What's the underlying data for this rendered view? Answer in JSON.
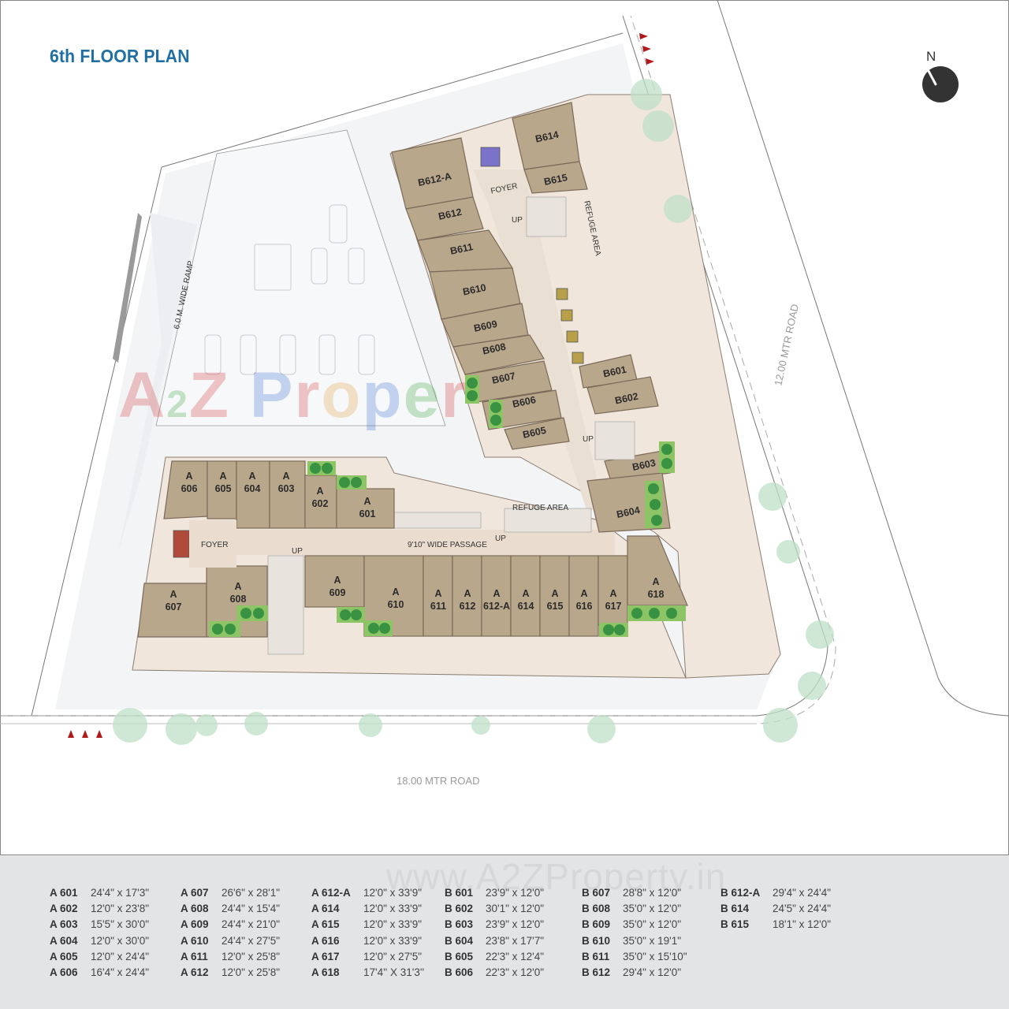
{
  "header": {
    "title": "6th FLOOR PLAN"
  },
  "compass": {
    "label": "N"
  },
  "roads": {
    "south": "18.00 MTR ROAD",
    "east": "12.00 MTR ROAD"
  },
  "ramp_label": "6.0 M. WIDE RAMP",
  "watermark": {
    "logo": [
      "A",
      "2",
      "Z",
      " P",
      "r",
      "o",
      "p",
      "e",
      "r"
    ],
    "url": "www.A2ZProperty.in"
  },
  "colors": {
    "unit": "#b9a78c",
    "corridor": "#f1e6dc",
    "parking": "#f3f4f6",
    "landscape": "#3fae49",
    "title": "#1f6fa3",
    "foyer_lift_b": "#7b72c9",
    "foyer_lift_a": "#b04a3a",
    "legend_bg": "#e3e4e6"
  },
  "plan_labels": {
    "foyer_b": "FOYER",
    "foyer_a": "FOYER",
    "passage": "9'10\" WIDE PASSAGE",
    "refuge_b": "REFUGE AREA",
    "refuge_a": "REFUGE AREA",
    "up": "UP"
  },
  "wing_b_units": [
    {
      "id": "B612-A"
    },
    {
      "id": "B612"
    },
    {
      "id": "B611"
    },
    {
      "id": "B610"
    },
    {
      "id": "B609"
    },
    {
      "id": "B608"
    },
    {
      "id": "B607"
    },
    {
      "id": "B606"
    },
    {
      "id": "B605"
    },
    {
      "id": "B614"
    },
    {
      "id": "B615"
    },
    {
      "id": "B601"
    },
    {
      "id": "B602"
    },
    {
      "id": "B603"
    },
    {
      "id": "B604"
    }
  ],
  "wing_a_units": [
    {
      "p": "A",
      "n": "606"
    },
    {
      "p": "A",
      "n": "605"
    },
    {
      "p": "A",
      "n": "604"
    },
    {
      "p": "A",
      "n": "603"
    },
    {
      "p": "A",
      "n": "602"
    },
    {
      "p": "A",
      "n": "601"
    },
    {
      "p": "A",
      "n": "607"
    },
    {
      "p": "A",
      "n": "608"
    },
    {
      "p": "A",
      "n": "609"
    },
    {
      "p": "A",
      "n": "610"
    },
    {
      "p": "A",
      "n": "611"
    },
    {
      "p": "A",
      "n": "612"
    },
    {
      "p": "A",
      "n": "612-A"
    },
    {
      "p": "A",
      "n": "614"
    },
    {
      "p": "A",
      "n": "615"
    },
    {
      "p": "A",
      "n": "616"
    },
    {
      "p": "A",
      "n": "617"
    },
    {
      "p": "A",
      "n": "618"
    }
  ],
  "legend": {
    "columns": [
      [
        {
          "unit": "A 601",
          "size": "24'4\" x 17'3\""
        },
        {
          "unit": "A 602",
          "size": "12'0\" x 23'8\""
        },
        {
          "unit": "A 603",
          "size": "15'5\" x 30'0\""
        },
        {
          "unit": "A 604",
          "size": "12'0\" x 30'0\""
        },
        {
          "unit": "A 605",
          "size": "12'0\" x 24'4\""
        },
        {
          "unit": "A 606",
          "size": "16'4\" x 24'4\""
        }
      ],
      [
        {
          "unit": "A 607",
          "size": "26'6\" x 28'1\""
        },
        {
          "unit": "A 608",
          "size": "24'4\" x 15'4\""
        },
        {
          "unit": "A 609",
          "size": "24'4\" x 21'0\""
        },
        {
          "unit": "A 610",
          "size": "24'4\" x 27'5\""
        },
        {
          "unit": "A 611",
          "size": "12'0\" x 25'8\""
        },
        {
          "unit": "A 612",
          "size": "12'0\" x 25'8\""
        }
      ],
      [
        {
          "unit": "A 612-A",
          "size": "12'0\" x 33'9\""
        },
        {
          "unit": "A 614",
          "size": "12'0\" x 33'9\""
        },
        {
          "unit": "A 615",
          "size": "12'0\" x 33'9\""
        },
        {
          "unit": "A 616",
          "size": "12'0\" x 33'9\""
        },
        {
          "unit": "A 617",
          "size": "12'0\" x 27'5\""
        },
        {
          "unit": "A 618",
          "size": "17'4'' X 31'3''"
        }
      ],
      [
        {
          "unit": "B 601",
          "size": "23'9\" x 12'0\""
        },
        {
          "unit": "B 602",
          "size": "30'1\" x 12'0\""
        },
        {
          "unit": "B 603",
          "size": "23'9\" x 12'0\""
        },
        {
          "unit": "B 604",
          "size": "23'8\" x 17'7\""
        },
        {
          "unit": "B 605",
          "size": "22'3\" x 12'4\""
        },
        {
          "unit": "B 606",
          "size": "22'3\" x 12'0\""
        }
      ],
      [
        {
          "unit": "B 607",
          "size": "28'8\" x 12'0\""
        },
        {
          "unit": "B 608",
          "size": "35'0\" x 12'0\""
        },
        {
          "unit": "B 609",
          "size": "35'0\" x 12'0\""
        },
        {
          "unit": "B 610",
          "size": "35'0\" x 19'1\""
        },
        {
          "unit": "B 611",
          "size": "35'0\" x 15'10\""
        },
        {
          "unit": "B 612",
          "size": "29'4\" x 12'0\""
        }
      ],
      [
        {
          "unit": "B 612-A",
          "size": "29'4\" x 24'4\""
        },
        {
          "unit": "B 614",
          "size": "24'5\" x 24'4\""
        },
        {
          "unit": "B 615",
          "size": "18'1\" x 12'0\""
        }
      ]
    ]
  }
}
